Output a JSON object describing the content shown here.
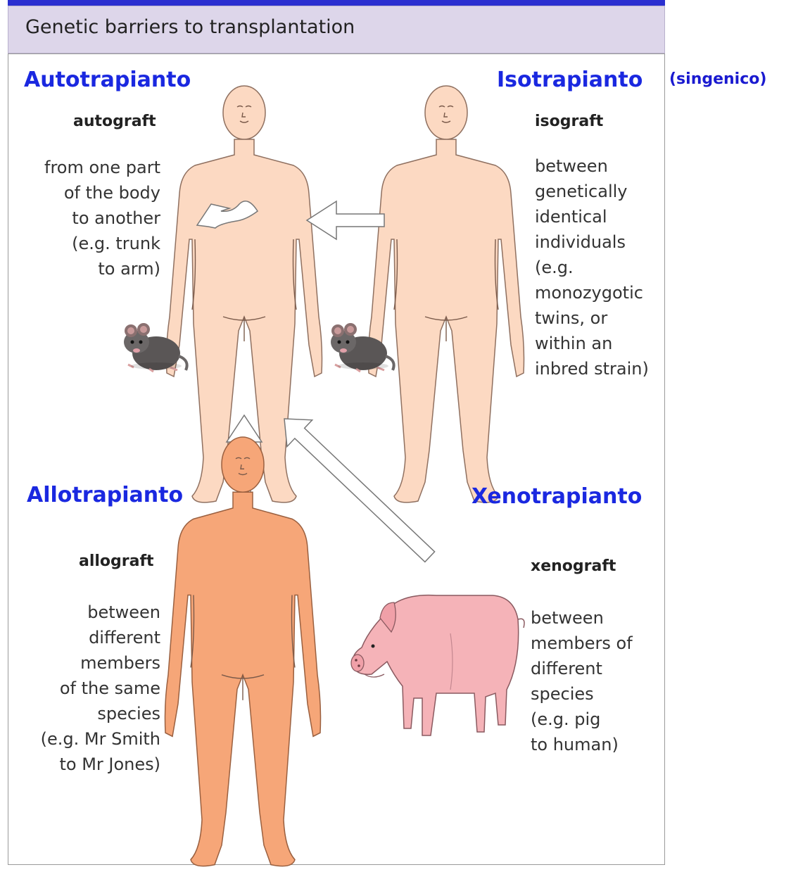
{
  "header": {
    "title": "Genetic barriers to transplantation"
  },
  "labels": {
    "autotrapianto": "Autotrapianto",
    "isotrapianto": "Isotrapianto",
    "singenico": "(singenico)",
    "allotrapianto": "Allotrapianto",
    "xenotrapianto": "Xenotrapianto"
  },
  "grafts": {
    "autograft": {
      "term": "autograft",
      "lines": [
        "from one part",
        "of the body",
        "to another",
        "(e.g. trunk",
        "to arm)"
      ]
    },
    "isograft": {
      "term": "isograft",
      "lines": [
        "between",
        "genetically",
        "identical",
        "individuals",
        "(e.g.",
        "monozygotic",
        "twins, or",
        "within an",
        "inbred strain)"
      ]
    },
    "allograft": {
      "term": "allograft",
      "lines": [
        "between",
        "different",
        "members",
        "of the same",
        "species",
        "(e.g. Mr Smith",
        "to Mr Jones)"
      ]
    },
    "xenograft": {
      "term": "xenograft",
      "lines": [
        "between",
        "members of",
        "different",
        "species",
        "(e.g. pig",
        "to human)"
      ]
    }
  },
  "colors": {
    "italian_label": "#1a28e0",
    "recipient_skin": "#fcd9c2",
    "donor_skin": "#f6a678",
    "pig": "#f5b3b8",
    "title_bar": "#ddd6ea"
  }
}
